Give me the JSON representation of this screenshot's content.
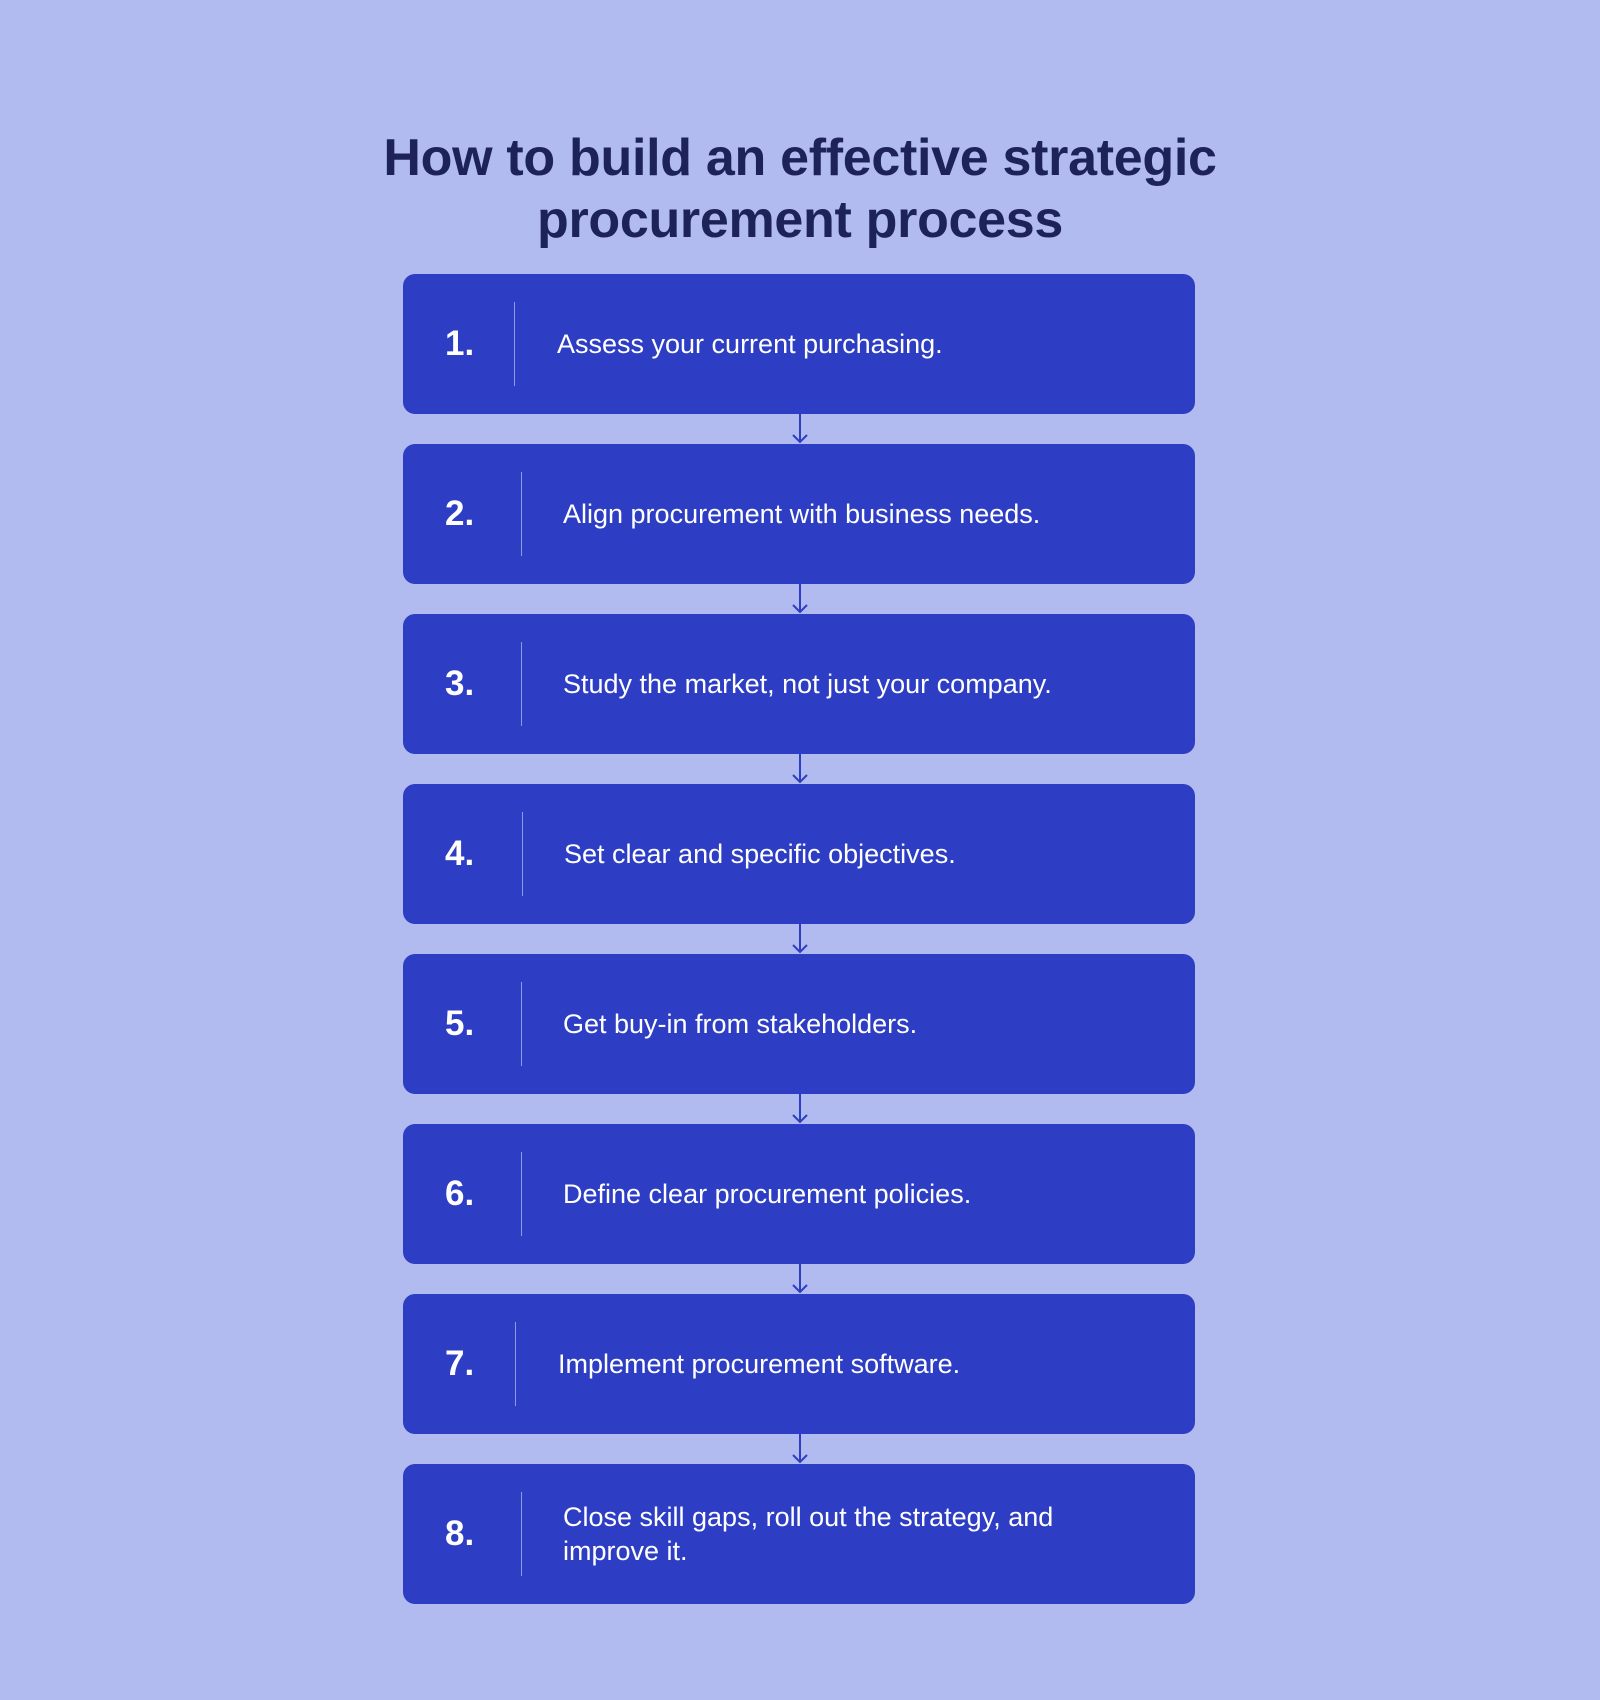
{
  "title": {
    "line1": "How to build an effective strategic",
    "line2": "procurement process"
  },
  "colors": {
    "background": "#b1bbf0",
    "box": "#2e3ec4",
    "title": "#1d2357",
    "text": "#ffffff"
  },
  "steps": [
    {
      "number": "1.",
      "text": "Assess your current purchasing."
    },
    {
      "number": "2.",
      "text": "Align procurement with business needs."
    },
    {
      "number": "3.",
      "text": "Study the market, not just your company."
    },
    {
      "number": "4.",
      "text": "Set clear and specific objectives."
    },
    {
      "number": "5.",
      "text": "Get buy-in from stakeholders."
    },
    {
      "number": "6.",
      "text": "Define clear procurement policies."
    },
    {
      "number": "7.",
      "text": "Implement procurement software."
    },
    {
      "number": "8.",
      "text": "Close skill gaps, roll out the strategy, and improve it."
    }
  ],
  "connector_icon": "arrow-down-icon"
}
